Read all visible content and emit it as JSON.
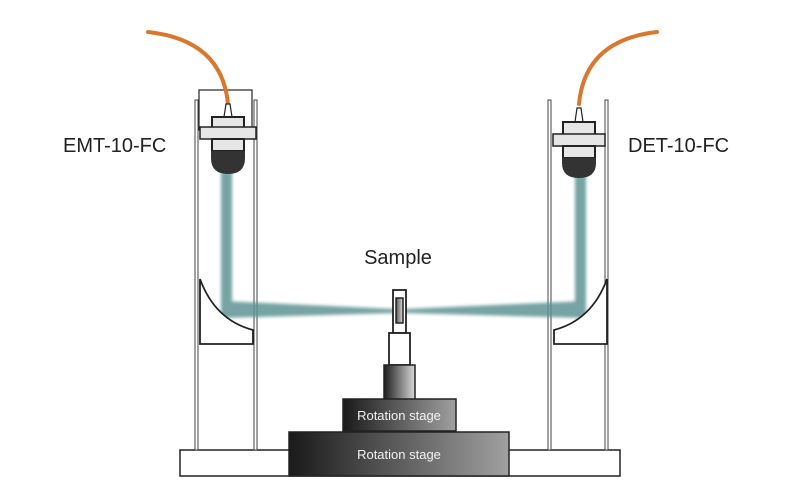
{
  "diagram": {
    "title": "Goniometric measurement setup",
    "labels": {
      "emitter": "EMT-10-FC",
      "detector": "DET-10-FC",
      "sample": "Sample",
      "upper_stage": "Rotation stage",
      "lower_stage": "Rotation stage"
    },
    "colors": {
      "fiber": "#d9772f",
      "beam": "#5f9393",
      "outline": "#222222",
      "lens_cap": "#333333",
      "flange": "#e6e6e6",
      "stage_dark": "#1a1a1a",
      "stage_light": "#a0a0a0"
    },
    "components": [
      {
        "id": "emitter",
        "type": "fiber-coupled emitter",
        "side": "left"
      },
      {
        "id": "detector",
        "type": "fiber-coupled detector",
        "side": "right"
      },
      {
        "id": "left-mirror",
        "type": "curved mirror",
        "side": "left"
      },
      {
        "id": "right-mirror",
        "type": "curved mirror",
        "side": "right"
      },
      {
        "id": "sample",
        "type": "sample holder",
        "side": "center"
      },
      {
        "id": "upper-stage",
        "type": "rotation stage"
      },
      {
        "id": "lower-stage",
        "type": "rotation stage"
      }
    ]
  }
}
